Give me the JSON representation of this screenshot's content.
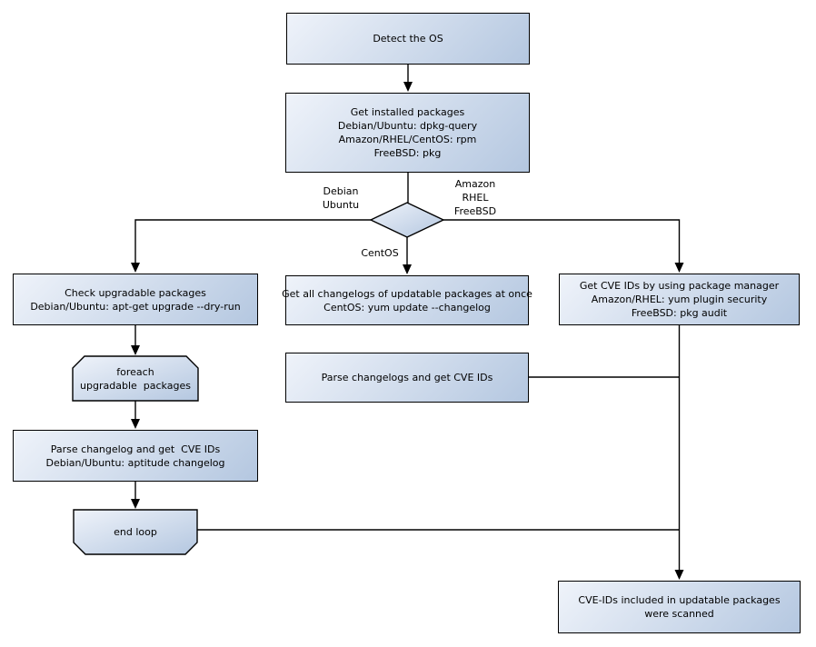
{
  "diagram": {
    "description": "OS package CVE scanning flowchart",
    "nodes": {
      "detect_os": {
        "lines": [
          "Detect the OS"
        ]
      },
      "get_installed": {
        "lines": [
          "Get installed packages",
          "Debian/Ubuntu: dpkg-query",
          "Amazon/RHEL/CentOS: rpm",
          "FreeBSD: pkg"
        ]
      },
      "os_decision": {
        "shape": "diamond",
        "lines": []
      },
      "check_upgradable": {
        "lines": [
          "Check upgradable packages",
          "Debian/Ubuntu: apt-get upgrade --dry-run"
        ]
      },
      "foreach_loop": {
        "shape": "loop-begin",
        "lines": [
          "foreach",
          "upgradable  packages"
        ]
      },
      "parse_changelog": {
        "lines": [
          "Parse changelog and get  CVE IDs",
          "Debian/Ubuntu: aptitude changelog"
        ]
      },
      "end_loop": {
        "shape": "loop-end",
        "lines": [
          "end loop"
        ]
      },
      "get_all_changelogs": {
        "lines": [
          "Get all changelogs of updatable packages at once",
          "CentOS: yum update --changelog"
        ]
      },
      "parse_changelogs": {
        "lines": [
          "Parse changelogs and get CVE IDs"
        ]
      },
      "get_cve_pkgmgr": {
        "lines": [
          "Get CVE IDs by using package manager",
          "Amazon/RHEL: yum plugin security",
          "FreeBSD: pkg audit"
        ]
      },
      "result": {
        "lines": [
          "CVE-IDs included in updatable packages",
          "were scanned"
        ]
      }
    },
    "edge_labels": {
      "debian": "Debian",
      "ubuntu": "Ubuntu",
      "amazon": "Amazon",
      "rhel": "RHEL",
      "freebsd": "FreeBSD",
      "centos": "CentOS"
    },
    "colors": {
      "node_fill_light": "#eff3fa",
      "node_fill_dark": "#b4c7e0",
      "border": "#000000",
      "background": "#ffffff"
    }
  }
}
